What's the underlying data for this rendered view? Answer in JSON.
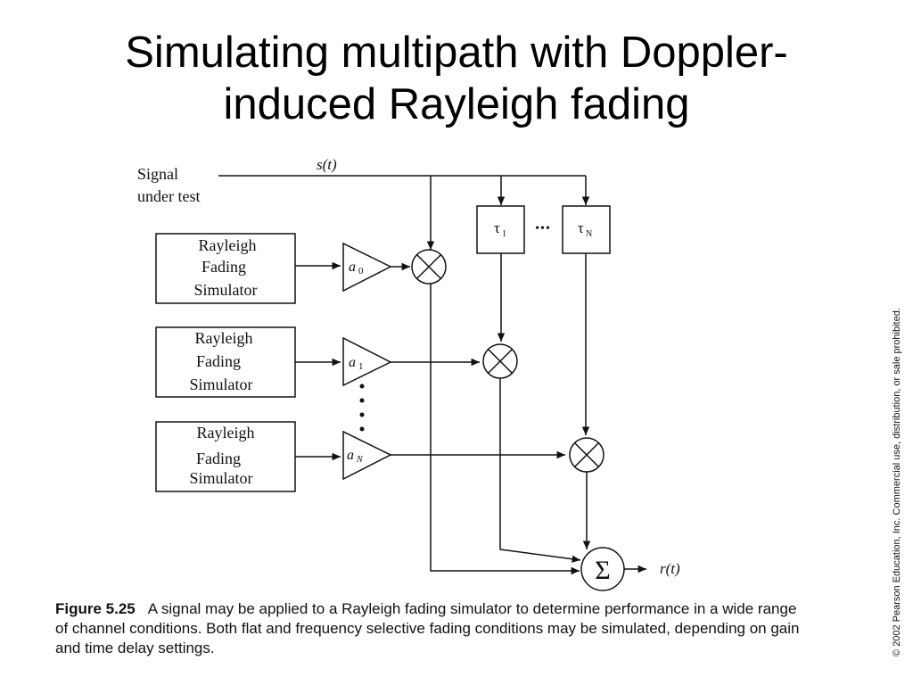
{
  "slide": {
    "title_line1": "Simulating multipath with Doppler-",
    "title_line2": "induced Rayleigh fading"
  },
  "diagram": {
    "input_label_line1": "Signal",
    "input_label_line2": "under test",
    "signal_label": "s(t)",
    "output_label": "r(t)",
    "simulators": [
      {
        "line1": "Rayleigh",
        "line2": "Fading",
        "line3": "Simulator"
      },
      {
        "line1": "Rayleigh",
        "line2": "Fading",
        "line3": "Simulator"
      },
      {
        "line1": "Rayleigh",
        "line2": "Fading",
        "line3": "Simulator"
      }
    ],
    "gains": [
      {
        "symbol": "a",
        "subscript": "0"
      },
      {
        "symbol": "a",
        "subscript": "1"
      },
      {
        "symbol": "a",
        "subscript": "N"
      }
    ],
    "delays": [
      {
        "symbol": "τ",
        "subscript": "1"
      },
      {
        "symbol": "τ",
        "subscript": "N"
      }
    ],
    "delay_ellipsis": "•••",
    "summer_symbol": "Σ"
  },
  "caption": {
    "figure_label": "Figure 5.25",
    "text": "A signal may be applied to a Rayleigh fading simulator to determine performance in a wide range of channel conditions. Both flat and frequency selective fading conditions may be simulated, depending on gain and time delay settings."
  },
  "copyright": "© 2002 Pearson Education, Inc. Commercial use, distribution, or sale prohibited."
}
